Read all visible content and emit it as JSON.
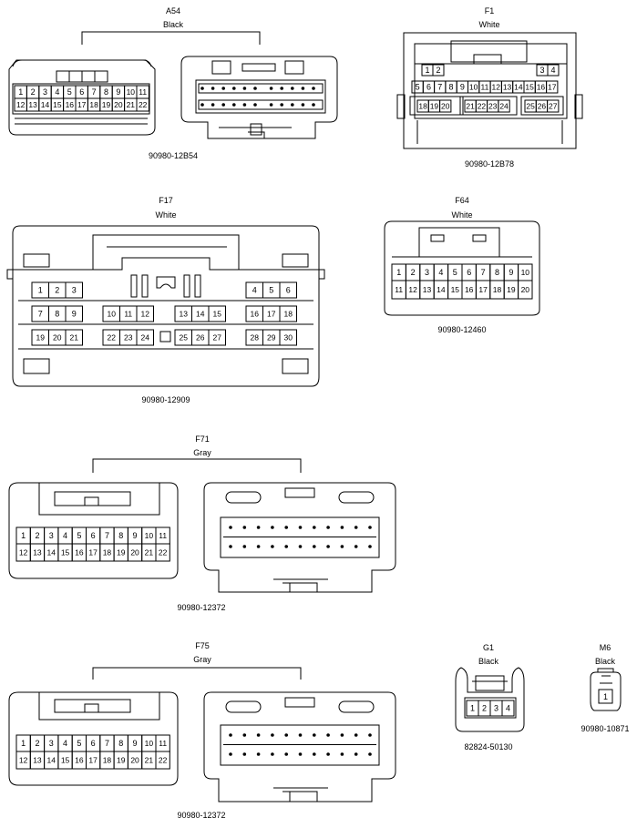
{
  "connectors": {
    "a54": {
      "code": "A54",
      "color": "Black",
      "part": "90980-12B54",
      "pins": [
        "1",
        "2",
        "3",
        "4",
        "5",
        "6",
        "7",
        "8",
        "9",
        "10",
        "11",
        "12",
        "13",
        "14",
        "15",
        "16",
        "17",
        "18",
        "19",
        "20",
        "21",
        "22"
      ]
    },
    "f1": {
      "code": "F1",
      "color": "White",
      "part": "90980-12B78",
      "pins": [
        "1",
        "2",
        "3",
        "4",
        "5",
        "6",
        "7",
        "8",
        "9",
        "10",
        "11",
        "12",
        "13",
        "14",
        "15",
        "16",
        "17",
        "18",
        "19",
        "20",
        "21",
        "22",
        "23",
        "24",
        "25",
        "26",
        "27"
      ]
    },
    "f17": {
      "code": "F17",
      "color": "White",
      "part": "90980-12909",
      "pins": [
        "1",
        "2",
        "3",
        "4",
        "5",
        "6",
        "7",
        "8",
        "9",
        "10",
        "11",
        "12",
        "13",
        "14",
        "15",
        "16",
        "17",
        "18",
        "19",
        "20",
        "21",
        "22",
        "23",
        "24",
        "25",
        "26",
        "27",
        "28",
        "29",
        "30"
      ]
    },
    "f64": {
      "code": "F64",
      "color": "White",
      "part": "90980-12460",
      "pins": [
        "1",
        "2",
        "3",
        "4",
        "5",
        "6",
        "7",
        "8",
        "9",
        "10",
        "11",
        "12",
        "13",
        "14",
        "15",
        "16",
        "17",
        "18",
        "19",
        "20"
      ]
    },
    "f71": {
      "code": "F71",
      "color": "Gray",
      "part": "90980-12372",
      "pins": [
        "1",
        "2",
        "3",
        "4",
        "5",
        "6",
        "7",
        "8",
        "9",
        "10",
        "11",
        "12",
        "13",
        "14",
        "15",
        "16",
        "17",
        "18",
        "19",
        "20",
        "21",
        "22"
      ]
    },
    "f75": {
      "code": "F75",
      "color": "Gray",
      "part": "90980-12372",
      "pins": [
        "1",
        "2",
        "3",
        "4",
        "5",
        "6",
        "7",
        "8",
        "9",
        "10",
        "11",
        "12",
        "13",
        "14",
        "15",
        "16",
        "17",
        "18",
        "19",
        "20",
        "21",
        "22"
      ]
    },
    "g1": {
      "code": "G1",
      "color": "Black",
      "part": "82824-50130",
      "pins": [
        "1",
        "2",
        "3",
        "4"
      ]
    },
    "m6": {
      "code": "M6",
      "color": "Black",
      "part": "90980-10871",
      "pins": [
        "1"
      ]
    }
  }
}
